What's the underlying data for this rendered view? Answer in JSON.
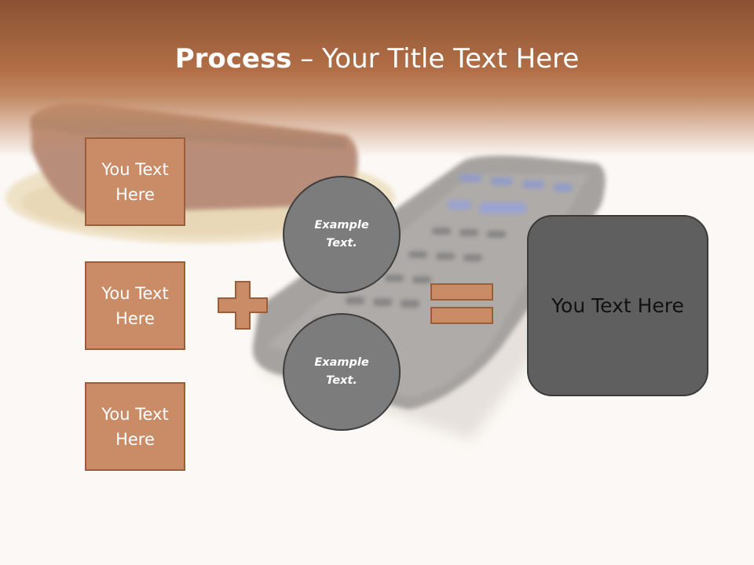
{
  "slide": {
    "title_bold": "Process",
    "title_rest": " – Your Title Text Here",
    "input_boxes": [
      "You Text Here",
      "You Text Here",
      "You Text Here"
    ],
    "circles": [
      "Example Text.",
      "Example Text."
    ],
    "result": "You Text Here",
    "background_image": "pie-slice-and-remote-control-photo"
  },
  "colors": {
    "header": "#b26f47",
    "box_fill": "#c98c67",
    "box_border": "#9c5d39",
    "circle_fill": "#7c7c7c",
    "result_fill": "#5f5f5f"
  }
}
